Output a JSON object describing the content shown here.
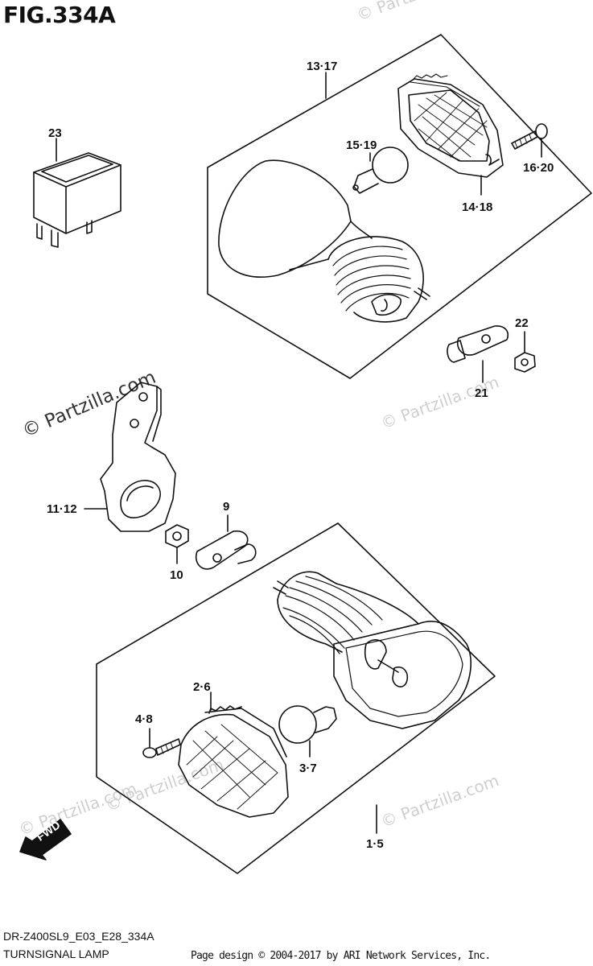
{
  "figure": {
    "title": "FIG.334A"
  },
  "labels": {
    "p13_17": "13·17",
    "p23": "23",
    "p15_19": "15·19",
    "p16_20": "16·20",
    "p14_18": "14·18",
    "p22": "22",
    "p21": "21",
    "p11_12": "11·12",
    "p9": "9",
    "p10": "10",
    "p2_6": "2·6",
    "p4_8": "4·8",
    "p3_7": "3·7",
    "p1_5": "1·5"
  },
  "fwd": {
    "label": "FWD"
  },
  "watermark": {
    "text": "© Partzilla.com"
  },
  "footer": {
    "code": "DR-Z400SL9_E03_E28_334A",
    "name": "TURNSIGNAL LAMP",
    "credit": "Page design © 2004-2017 by ARI Network Services, Inc."
  },
  "colors": {
    "line": "#111111",
    "watermark": "#cfcfcf"
  }
}
